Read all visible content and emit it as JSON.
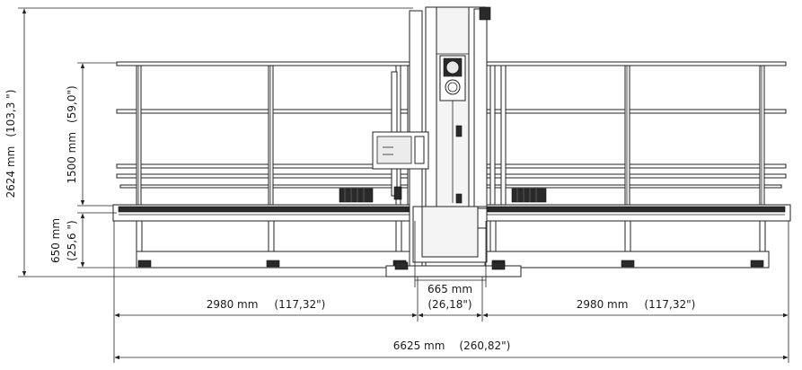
{
  "dimensions": {
    "total_height": {
      "mm": "2624 mm",
      "inch": "(103,3 \")"
    },
    "table_height": {
      "mm": "1500 mm",
      "inch": "(59,0\")"
    },
    "work_height": {
      "mm": "650 mm",
      "inch": "(25,6 \")"
    },
    "left_width": {
      "mm": "2980 mm",
      "inch": "(117,32\")"
    },
    "center_width": {
      "mm": "665 mm",
      "inch": "(26,18\")"
    },
    "right_width": {
      "mm": "2980 mm",
      "inch": "(117,32\")"
    },
    "total_width": {
      "mm": "6625 mm",
      "inch": "(260,82\")"
    }
  }
}
